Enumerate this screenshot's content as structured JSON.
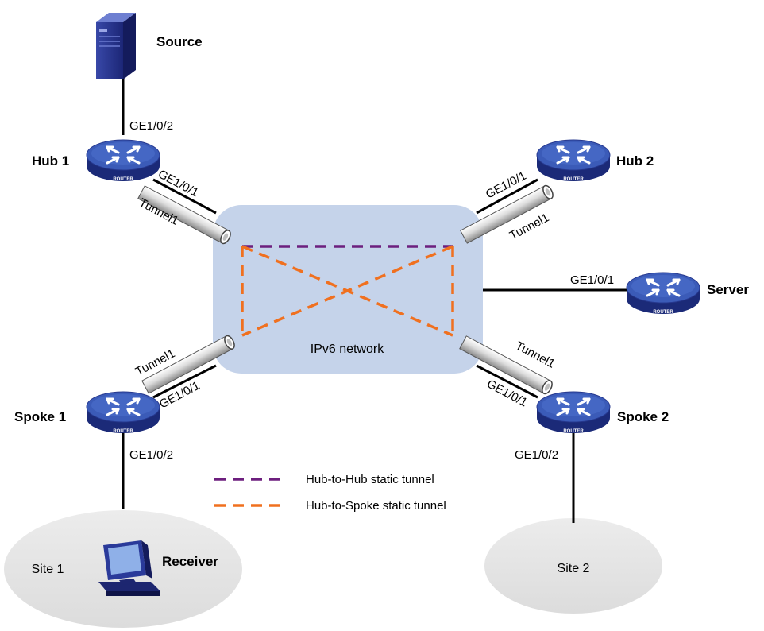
{
  "network": {
    "label": "IPv6 network",
    "fill": "#c5d3ea"
  },
  "nodes": {
    "source": "Source",
    "hub1": "Hub 1",
    "hub2": "Hub 2",
    "server": "Server",
    "spoke1": "Spoke 1",
    "spoke2": "Spoke 2",
    "receiver": "Receiver"
  },
  "router_badge": "ROUTER",
  "ports": {
    "source_hub1": "GE1/0/2",
    "hub1_net": "GE1/0/1",
    "hub2_net": "GE1/0/1",
    "server_net": "GE1/0/1",
    "spoke1_net": "GE1/0/1",
    "spoke1_site": "GE1/0/2",
    "spoke2_net": "GE1/0/1",
    "spoke2_site": "GE1/0/2"
  },
  "tunnels": {
    "hub1": "Tunnel1",
    "hub2": "Tunnel1",
    "spoke1": "Tunnel1",
    "spoke2": "Tunnel1"
  },
  "sites": {
    "site1": "Site 1",
    "site2": "Site 2"
  },
  "legend": {
    "hub_to_hub": {
      "label": "Hub-to-Hub  static tunnel",
      "color": "#6d1f7e"
    },
    "hub_to_spoke": {
      "label": "Hub-to-Spoke  static tunnel",
      "color": "#f0701f"
    }
  },
  "icons": {
    "router": "router-icon",
    "server": "server-tower-icon",
    "pc": "desktop-pc-icon",
    "tunnel": "tunnel-pipe-icon"
  }
}
